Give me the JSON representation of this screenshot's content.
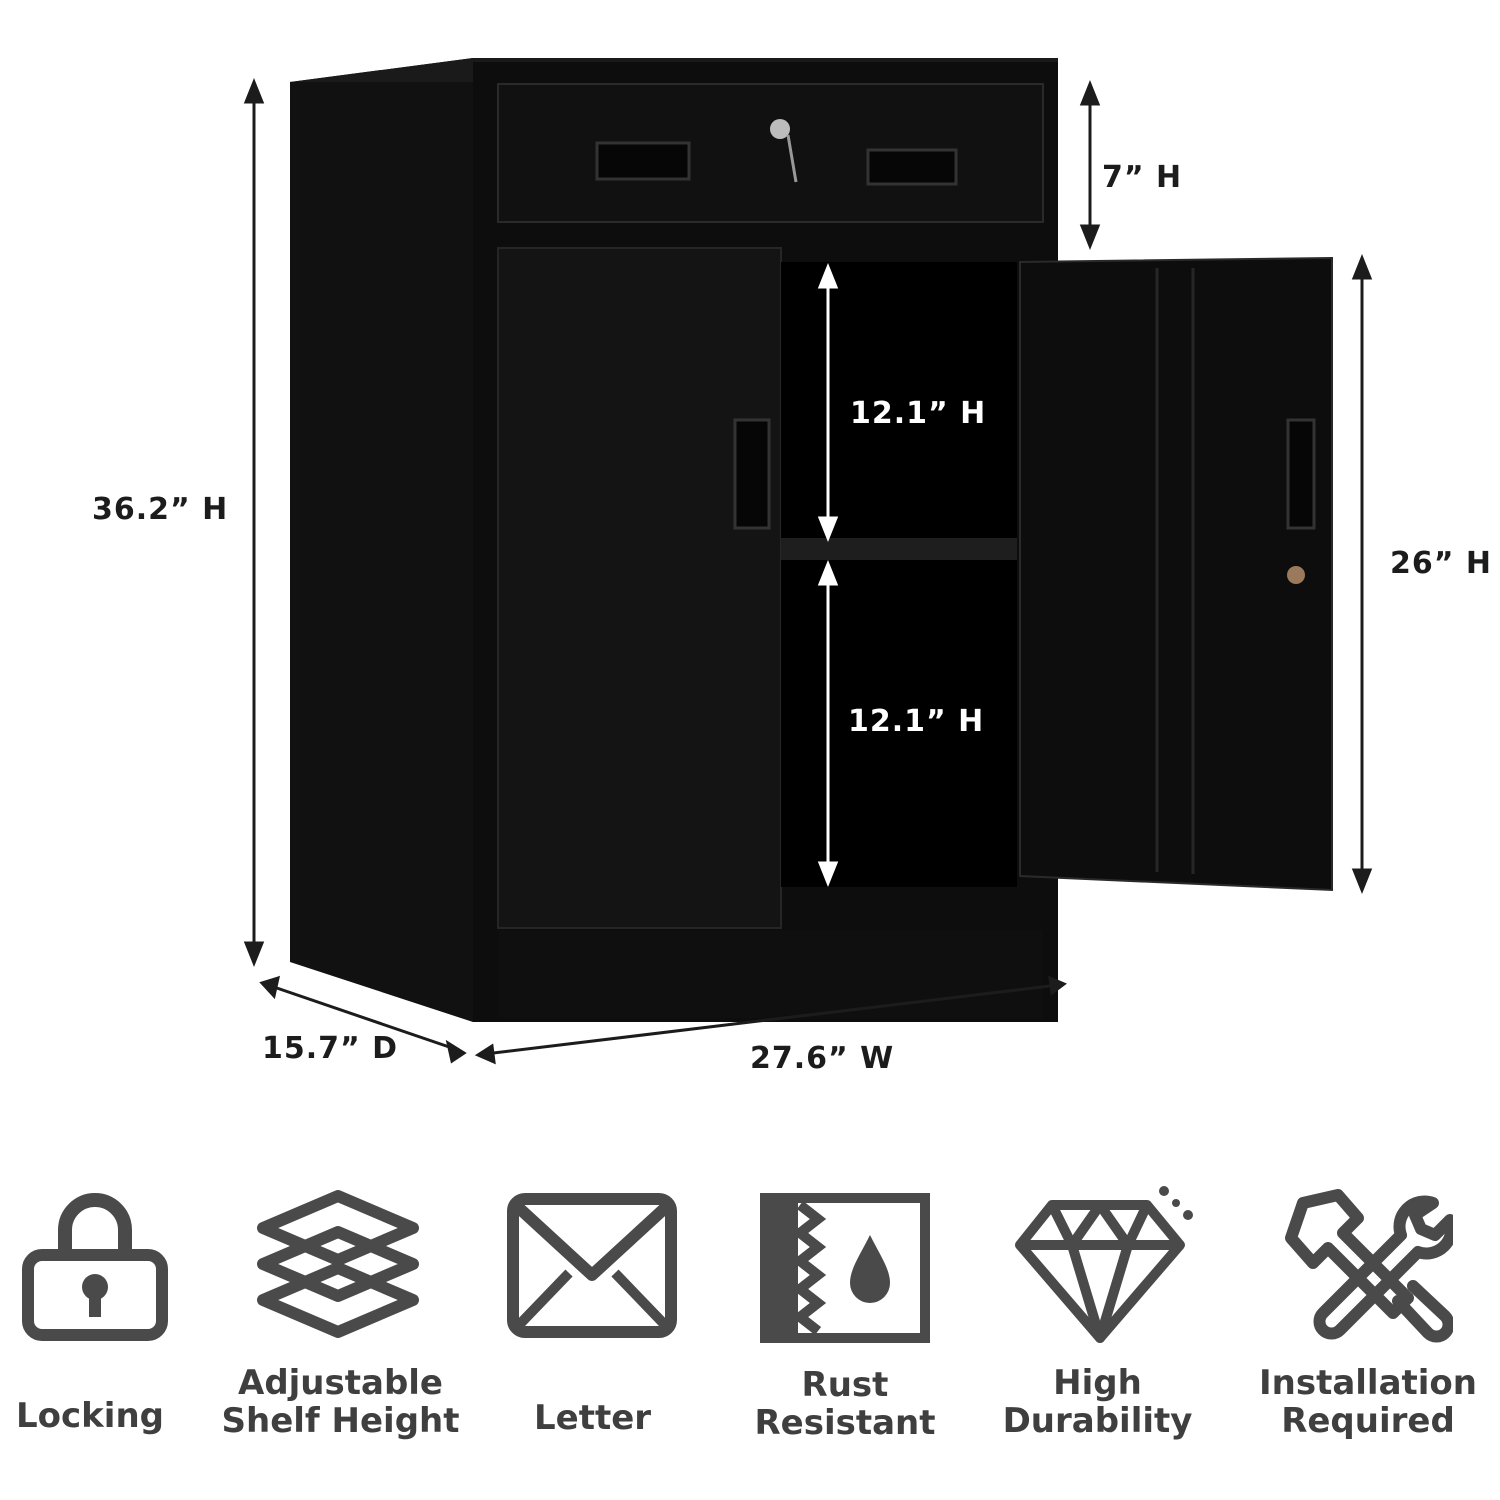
{
  "dimensions": {
    "overall_height": "36.2” H",
    "drawer_height": "7” H",
    "upper_shelf": "12.1” H",
    "lower_shelf": "12.1” H",
    "door_height": "26” H",
    "depth": "15.7” D",
    "width": "27.6” W"
  },
  "features": [
    {
      "icon": "lock-icon",
      "line1": "Locking",
      "line2": ""
    },
    {
      "icon": "layers-icon",
      "line1": "Adjustable",
      "line2": "Shelf Height"
    },
    {
      "icon": "envelope-icon",
      "line1": "Letter",
      "line2": ""
    },
    {
      "icon": "water-drop-icon",
      "line1": "Rust",
      "line2": "Resistant"
    },
    {
      "icon": "diamond-icon",
      "line1": "High",
      "line2": "Durability"
    },
    {
      "icon": "tools-icon",
      "line1": "Installation",
      "line2": "Required"
    }
  ],
  "colors": {
    "cabinet": "#0d0d0d",
    "icon_gray": "#4a4a4a",
    "label_dark": "#1c1c1c"
  }
}
